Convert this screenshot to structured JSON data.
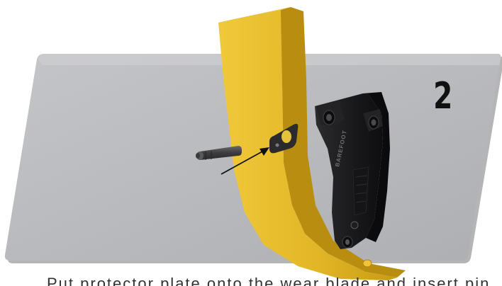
{
  "step": {
    "number": "2"
  },
  "caption": {
    "text": "Put protector plate onto the wear blade and insert pin"
  },
  "part_markings": {
    "protector_text": "BAREFOOT"
  },
  "colors": {
    "panel": "#b9babd",
    "blade_yellow": "#e2b92a",
    "protector_black": "#1c1c1e",
    "pin_gray": "#4a4a4c",
    "arrow": "#111111"
  }
}
